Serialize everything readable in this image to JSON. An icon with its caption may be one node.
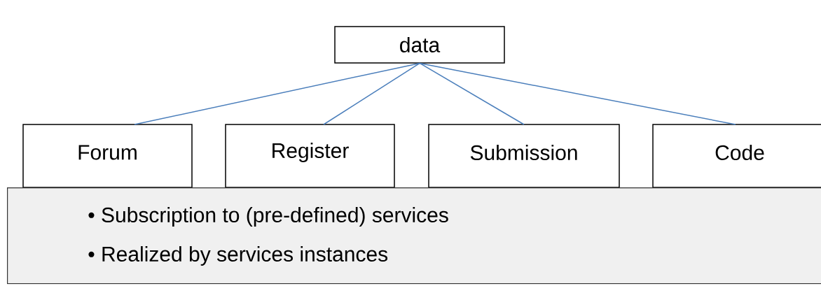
{
  "diagram": {
    "nodes": [
      {
        "text": [
          "data"
        ]
      },
      {
        "text": [
          "Forum"
        ]
      },
      {
        "text": [
          "Register"
        ]
      },
      {
        "text": [
          "Submission"
        ]
      },
      {
        "text": [
          "Code"
        ]
      },
      {
        "text": [
          "• Subscription to (pre-defined) services",
          "• Realized by services instances"
        ]
      }
    ],
    "edges": [
      {
        "from": 0,
        "to": 1,
        "arrow": "none"
      },
      {
        "from": 0,
        "to": 2,
        "arrow": "none"
      },
      {
        "from": 0,
        "to": 3,
        "arrow": "none"
      },
      {
        "from": 0,
        "to": 4,
        "arrow": "none"
      }
    ]
  }
}
